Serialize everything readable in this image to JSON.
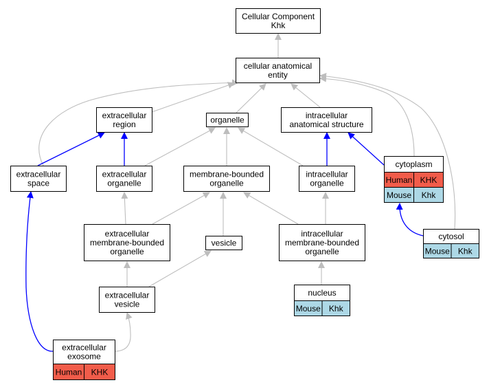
{
  "colors": {
    "human": "#f25c4a",
    "mouse": "#add8e6",
    "grey_edge": "#bdbdbd",
    "blue_edge": "#0000ff"
  },
  "nodes": [
    {
      "id": "root",
      "lines": [
        "Cellular Component",
        "Khk"
      ]
    },
    {
      "id": "cae",
      "lines": [
        "cellular anatomical",
        "entity"
      ]
    },
    {
      "id": "ecr",
      "lines": [
        "extracellular",
        "region"
      ]
    },
    {
      "id": "org",
      "lines": [
        "organelle"
      ]
    },
    {
      "id": "ias",
      "lines": [
        "intracellular",
        "anatomical structure"
      ]
    },
    {
      "id": "ecs",
      "lines": [
        "extracellular",
        "space"
      ]
    },
    {
      "id": "eco",
      "lines": [
        "extracellular",
        "organelle"
      ]
    },
    {
      "id": "mbo",
      "lines": [
        "membrane-bounded",
        "organelle"
      ]
    },
    {
      "id": "ico",
      "lines": [
        "intracellular",
        "organelle"
      ]
    },
    {
      "id": "cyt",
      "lines": [
        "cytoplasm"
      ],
      "badges": [
        [
          "Human",
          "KHK"
        ],
        [
          "Mouse",
          "Khk"
        ]
      ]
    },
    {
      "id": "embo",
      "lines": [
        "extracellular",
        "membrane-bounded",
        "organelle"
      ]
    },
    {
      "id": "ves",
      "lines": [
        "vesicle"
      ]
    },
    {
      "id": "imbo",
      "lines": [
        "intracellular",
        "membrane-bounded",
        "organelle"
      ]
    },
    {
      "id": "cytosol",
      "lines": [
        "cytosol"
      ],
      "badges": [
        [
          "Mouse",
          "Khk"
        ]
      ]
    },
    {
      "id": "nuc",
      "lines": [
        "nucleus"
      ],
      "badges": [
        [
          "Mouse",
          "Khk"
        ]
      ]
    },
    {
      "id": "ecv",
      "lines": [
        "extracellular",
        "vesicle"
      ]
    },
    {
      "id": "exo",
      "lines": [
        "extracellular",
        "exosome"
      ],
      "badges": [
        [
          "Human",
          "KHK"
        ]
      ]
    }
  ]
}
